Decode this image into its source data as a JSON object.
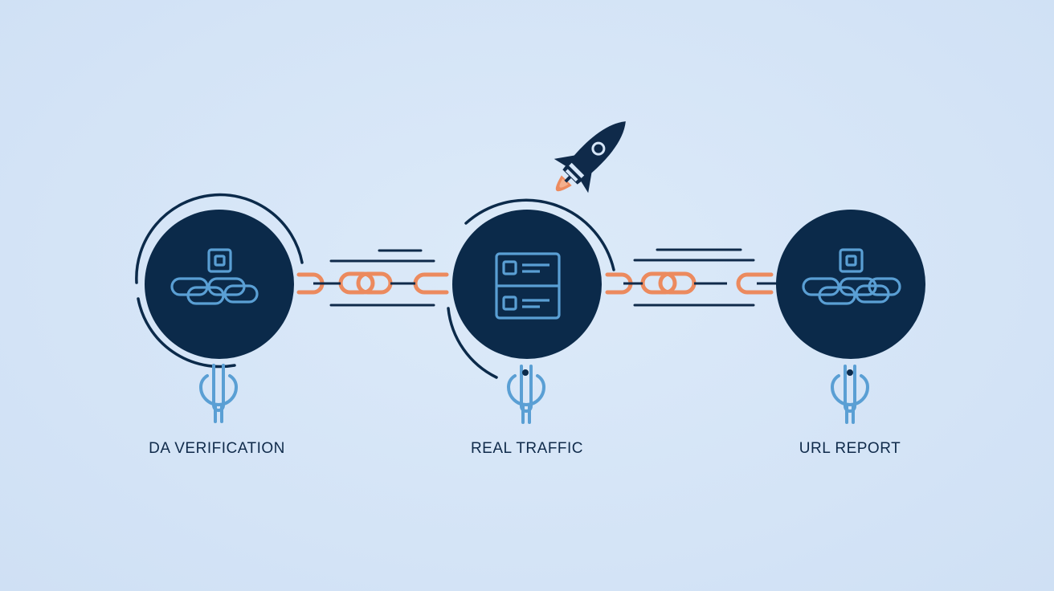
{
  "steps": [
    {
      "label": "DA VERIFICATION",
      "icon": "chain-links-icon"
    },
    {
      "label": "REAL TRAFFIC",
      "icon": "server-panel-icon"
    },
    {
      "label": "URL REPORT",
      "icon": "chain-links-icon"
    }
  ],
  "decorations": {
    "rocket": "rocket-icon",
    "connector": "chain-link-icon",
    "pendant": "hanging-link-icon"
  },
  "colors": {
    "background": "#d6e6f8",
    "node_fill": "#0b2a4a",
    "node_stroke": "#0b2a4a",
    "icon_blue": "#5a9fd4",
    "accent_orange": "#ec8a5e",
    "rocket_navy": "#0f2a4a"
  }
}
